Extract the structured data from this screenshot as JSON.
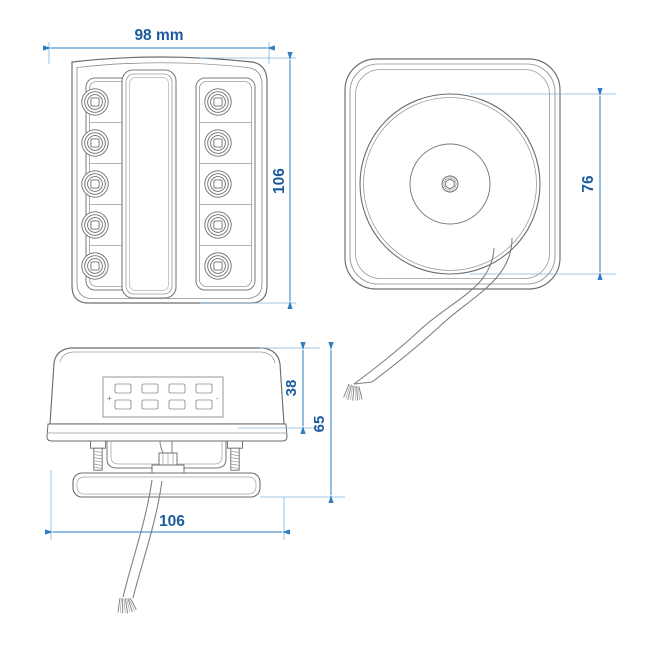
{
  "drawing": {
    "title": "Magnetic LED trailer lamp technical drawing",
    "line_color": "#6b6b6b",
    "dimension_color": "#2e7ec1",
    "dimension_text_color": "#1b5a9c",
    "background": "#ffffff",
    "views": [
      {
        "id": "front-view",
        "name": "front view, lens side with LED clusters"
      },
      {
        "id": "rear-view",
        "name": "rear view, magnetic base and cable exit"
      },
      {
        "id": "side-view",
        "name": "side view, body on magnet base with bolts"
      }
    ]
  },
  "dimensions": {
    "front_width": {
      "value": "98 mm",
      "orientation": "horizontal"
    },
    "front_height": {
      "value": "106",
      "orientation": "vertical"
    },
    "rear_height": {
      "value": "76",
      "orientation": "vertical"
    },
    "body_height": {
      "value": "38",
      "orientation": "vertical"
    },
    "total_height": {
      "value": "65",
      "orientation": "vertical"
    },
    "base_width": {
      "value": "106",
      "orientation": "horizontal"
    }
  },
  "front_view": {
    "led_columns": 2,
    "leds_per_column": 5,
    "center_window": "clear rectangular number-plate window"
  },
  "rear_view": {
    "magnet_circles": 2,
    "center_fitting": "hex socket screw",
    "cable": "twin-core cable with stripped frayed wire ends"
  },
  "side_view": {
    "label_panel": {
      "rows": 2,
      "cols": 4,
      "cells": 8
    },
    "polarity_marks": {
      "positive": "+",
      "negative": "-"
    },
    "mounting_bolts": 2,
    "bracket": "U-shaped mounting bracket",
    "base": "magnetic base plate",
    "cable": "twin-core cable with stripped frayed wire ends"
  }
}
